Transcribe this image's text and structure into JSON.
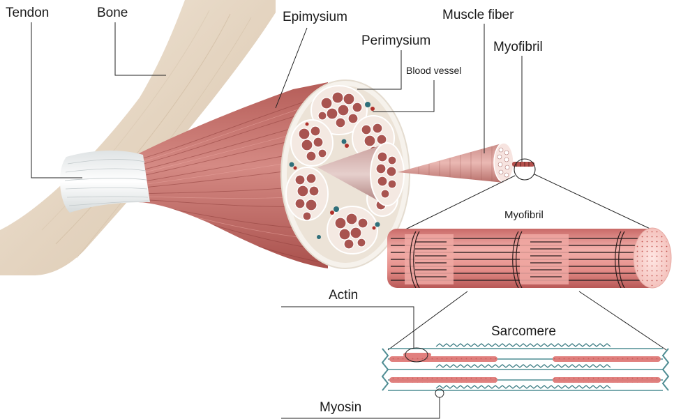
{
  "labels": {
    "tendon": "Tendon",
    "bone": "Bone",
    "epimysium": "Epimysium",
    "perimysium": "Perimysium",
    "blood_vessel": "Blood vessel",
    "muscle_fiber": "Muscle fiber",
    "myofibril_top": "Myofibril",
    "myofibril_detail": "Myofibril",
    "actin": "Actin",
    "sarcomere": "Sarcomere",
    "myosin": "Myosin"
  },
  "colors": {
    "bone": "#e9dccb",
    "tendon": "#eef0f0",
    "muscle": "#c8716c",
    "muscle_dark": "#9c4a47",
    "fascicle": "#a85450",
    "vessel_red": "#b0302a",
    "vessel_teal": "#2f6f7a",
    "actin": "#e07a78",
    "myosin": "#4f8d93"
  }
}
